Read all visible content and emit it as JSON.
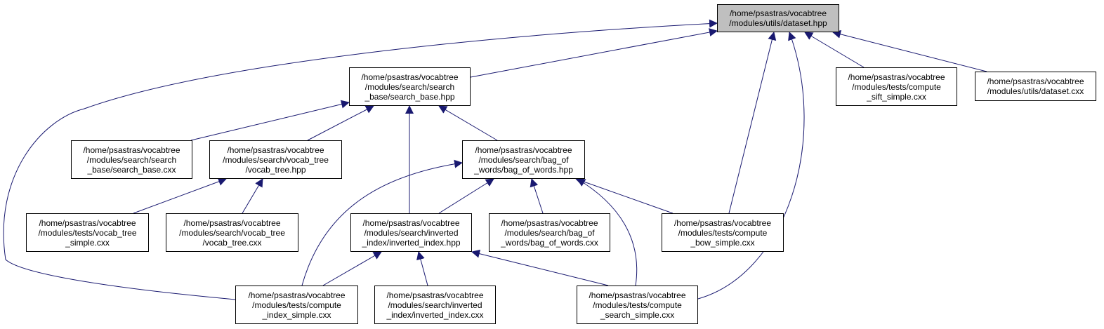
{
  "graph": {
    "edge_color": "#191970",
    "root_fill": "#bfbfbf",
    "nodes": {
      "dataset_hpp": [
        "/home/psastras/vocabtree",
        "/modules/utils/dataset.hpp"
      ],
      "search_base_hpp": [
        "/home/psastras/vocabtree",
        "/modules/search/search",
        "_base/search_base.hpp"
      ],
      "compute_sift_simple": [
        "/home/psastras/vocabtree",
        "/modules/tests/compute",
        "_sift_simple.cxx"
      ],
      "dataset_cxx": [
        "/home/psastras/vocabtree",
        "/modules/utils/dataset.cxx"
      ],
      "search_base_cxx": [
        "/home/psastras/vocabtree",
        "/modules/search/search",
        "_base/search_base.cxx"
      ],
      "vocab_tree_hpp": [
        "/home/psastras/vocabtree",
        "/modules/search/vocab_tree",
        "/vocab_tree.hpp"
      ],
      "bag_of_words_hpp": [
        "/home/psastras/vocabtree",
        "/modules/search/bag_of",
        "_words/bag_of_words.hpp"
      ],
      "vocab_tree_simple": [
        "/home/psastras/vocabtree",
        "/modules/tests/vocab_tree",
        "_simple.cxx"
      ],
      "vocab_tree_cxx": [
        "/home/psastras/vocabtree",
        "/modules/search/vocab_tree",
        "/vocab_tree.cxx"
      ],
      "inverted_index_hpp": [
        "/home/psastras/vocabtree",
        "/modules/search/inverted",
        "_index/inverted_index.hpp"
      ],
      "bag_of_words_cxx": [
        "/home/psastras/vocabtree",
        "/modules/search/bag_of",
        "_words/bag_of_words.cxx"
      ],
      "compute_bow_simple": [
        "/home/psastras/vocabtree",
        "/modules/tests/compute",
        "_bow_simple.cxx"
      ],
      "compute_index_simple": [
        "/home/psastras/vocabtree",
        "/modules/tests/compute",
        "_index_simple.cxx"
      ],
      "inverted_index_cxx": [
        "/home/psastras/vocabtree",
        "/modules/search/inverted",
        "_index/inverted_index.cxx"
      ],
      "compute_search_simple": [
        "/home/psastras/vocabtree",
        "/modules/tests/compute",
        "_search_simple.cxx"
      ]
    }
  }
}
